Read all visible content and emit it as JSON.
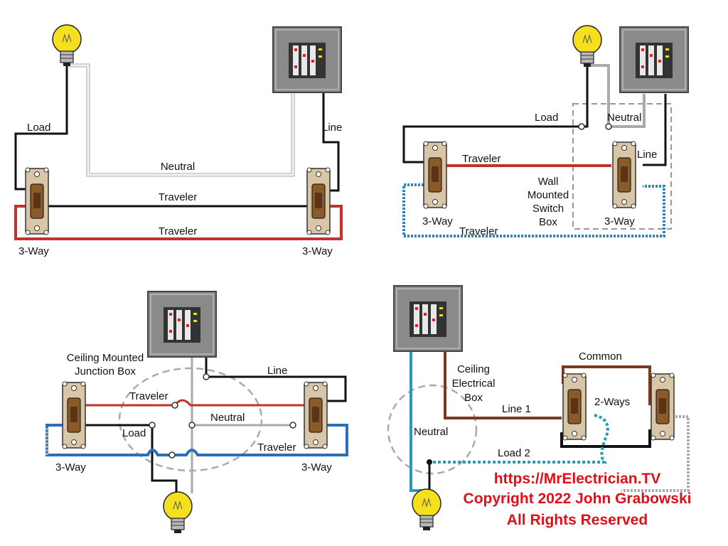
{
  "colors": {
    "hot": "#111111",
    "traveler_red": "#c0322b",
    "neutral_white": "#f4f4f4",
    "neutral_blue": "#2a86b8",
    "brown": "#7a3b1c",
    "panel_gray": "#8a8a8a",
    "copyright_red": "#e0101a",
    "bulb_yellow": "#f5e020"
  },
  "diagram1": {
    "load": "Load",
    "line": "Line",
    "neutral": "Neutral",
    "traveler_top": "Traveler",
    "traveler_bottom": "Traveler",
    "switch_left": "3-Way",
    "switch_right": "3-Way"
  },
  "diagram2": {
    "load": "Load",
    "neutral": "Neutral",
    "line": "Line",
    "traveler_top": "Traveler",
    "traveler_bottom": "Traveler",
    "box_l1": "Wall",
    "box_l2": "Mounted",
    "box_l3": "Switch",
    "box_l4": "Box",
    "switch_left": "3-Way",
    "switch_right": "3-Way"
  },
  "diagram3": {
    "junction_l1": "Ceiling Mounted",
    "junction_l2": "Junction Box",
    "line": "Line",
    "traveler_top": "Traveler",
    "neutral": "Neutral",
    "load": "Load",
    "traveler_bottom": "Traveler",
    "switch_left": "3-Way",
    "switch_right": "3-Way"
  },
  "diagram4": {
    "box_l1": "Ceiling",
    "box_l2": "Electrical",
    "box_l3": "Box",
    "common": "Common",
    "line1": "Line 1",
    "two_ways": "2-Ways",
    "neutral": "Neutral",
    "load2": "Load 2"
  },
  "copyright": {
    "url": "https://MrElectrician.TV",
    "line2": "Copyright 2022 John Grabowski",
    "line3": "All Rights Reserved"
  }
}
